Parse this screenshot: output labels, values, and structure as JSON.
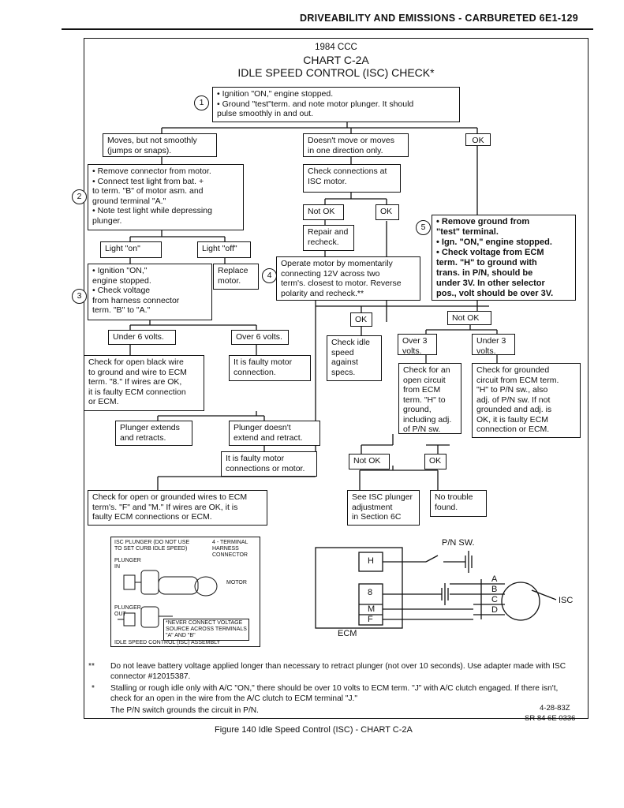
{
  "header": {
    "title": "DRIVEABILITY AND EMISSIONS  -  CARBURETED  6E1-129"
  },
  "chart": {
    "year": "1984 CCC",
    "name": "CHART C-2A",
    "subtitle": "IDLE SPEED CONTROL (ISC) CHECK*"
  },
  "steps": {
    "s1": "1",
    "s2": "2",
    "s3": "3",
    "s4": "4",
    "s5": "5"
  },
  "boxes": {
    "start": "•  Ignition \"ON,\" engine stopped.\n•  Ground \"test\"term. and note motor plunger. It should\n    pulse smoothly in and out.",
    "not_smooth": "Moves, but not smoothly\n(jumps or snaps).",
    "one_dir": "Doesn't move or moves\nin one direction only.",
    "ok_top": "OK",
    "remove_conn": "•  Remove connector from motor.\n•  Connect test light from bat. +\n    to term. \"B\" of motor asm. and\n    ground terminal \"A.\"\n•  Note test light while depressing\n    plunger.",
    "check_conn": "Check connections at\nISC motor.",
    "not_ok_1": "Not OK",
    "ok_1": "OK",
    "repair": "Repair and\nrecheck.",
    "light_on": "Light \"on\"",
    "light_off": "Light \"off\"",
    "ign_on": "•  Ignition \"ON,\"\n    engine stopped.\n•  Check voltage\n    from harness connector\n    term. \"B\" to \"A.\"",
    "replace": "Replace\nmotor.",
    "operate": "Operate motor by momentarily\nconnecting 12V across two\nterm's. closest to motor. Reverse\npolarity and recheck.**",
    "remove_ground": "•  Remove ground from\n    \"test\" terminal.\n•  Ign. \"ON,\" engine stopped.\n•  Check voltage from ECM\n    term. \"H\" to ground with\n    trans. in P/N, should be\n    under 3V. In other selector\n    pos., volt should be over 3V.",
    "ok_2": "OK",
    "not_ok_2": "Not OK",
    "under6": "Under 6 volts.",
    "over6": "Over 6 volts.",
    "check_idle": "Check idle\nspeed\nagainst\nspecs.",
    "over3": "Over 3\nvolts.",
    "under3": "Under 3\nvolts.",
    "open_black": "Check for open black wire\nto ground and wire to ECM\nterm. \"8.\" If wires are OK,\nit is faulty ECM connection\nor ECM.",
    "faulty_motor_conn": "It is faulty motor\nconnection.",
    "open_circuit": "Check for an\nopen circuit\nfrom ECM\nterm. \"H\" to\nground,\nincluding adj.\nof P/N sw.",
    "grounded_circuit": "Check for grounded\ncircuit from ECM term.\n\"H\" to P/N sw., also\nadj. of P/N sw. If not\ngrounded and adj. is\nOK, it is faulty ECM\nconnection or ECM.",
    "plunger_extends": "Plunger extends\nand retracts.",
    "plunger_doesnt": "Plunger doesn't\nextend and retract.",
    "faulty_motor_conn2": "It is faulty motor\nconnections or motor.",
    "not_ok_3": "Not OK",
    "ok_3": "OK",
    "open_grounded": "Check for open or grounded wires to ECM\nterm's. \"F\" and \"M.\" If wires are OK, it is\nfaulty ECM connections or ECM.",
    "see_isc": "See ISC plunger\nadjustment\nin Section 6C",
    "no_trouble": "No trouble\nfound."
  },
  "diagram": {
    "plunger_label": "ISC PLUNGER (DO NOT USE\nTO SET CURB IDLE SPEED)",
    "harness_label": "4 - TERMINAL\nHARNESS\nCONNECTOR",
    "plunger_in": "PLUNGER\nIN",
    "plunger_out": "PLUNGER\nOUT",
    "motor": "MOTOR",
    "never_note": "*NEVER CONNECT VOLTAGE\nSOURCE ACROSS TERMINALS\n\"A\" AND \"B\"",
    "assembly": "IDLE SPEED CONTROL (ISC) ASSEMBLY",
    "pn_sw": "P/N SW.",
    "ecm_label": "ECM",
    "isc_label": "ISC",
    "ecm_terms": [
      "H",
      "8",
      "M",
      "F"
    ],
    "isc_terms": [
      "A",
      "B",
      "C",
      "D"
    ]
  },
  "notes": {
    "n1_mark": "**",
    "n1": "Do not leave battery voltage applied longer than necessary to retract plunger (not over 10 seconds). Use adapter made with ISC connector #12015387.",
    "n2_mark": "*",
    "n2": "Stalling or rough idle only with A/C \"ON,\" there should be over 10 volts to ECM term. \"J\" with A/C clutch engaged. If there isn't, check for an open in the wire from the A/C clutch to ECM terminal \"J.\"",
    "n3": "The P/N switch grounds the circuit in P/N.",
    "date": "4-28-83Z",
    "ref": "SR 84 6E 0336"
  },
  "caption": "Figure 140 Idle Speed Control (ISC) - CHART C-2A"
}
